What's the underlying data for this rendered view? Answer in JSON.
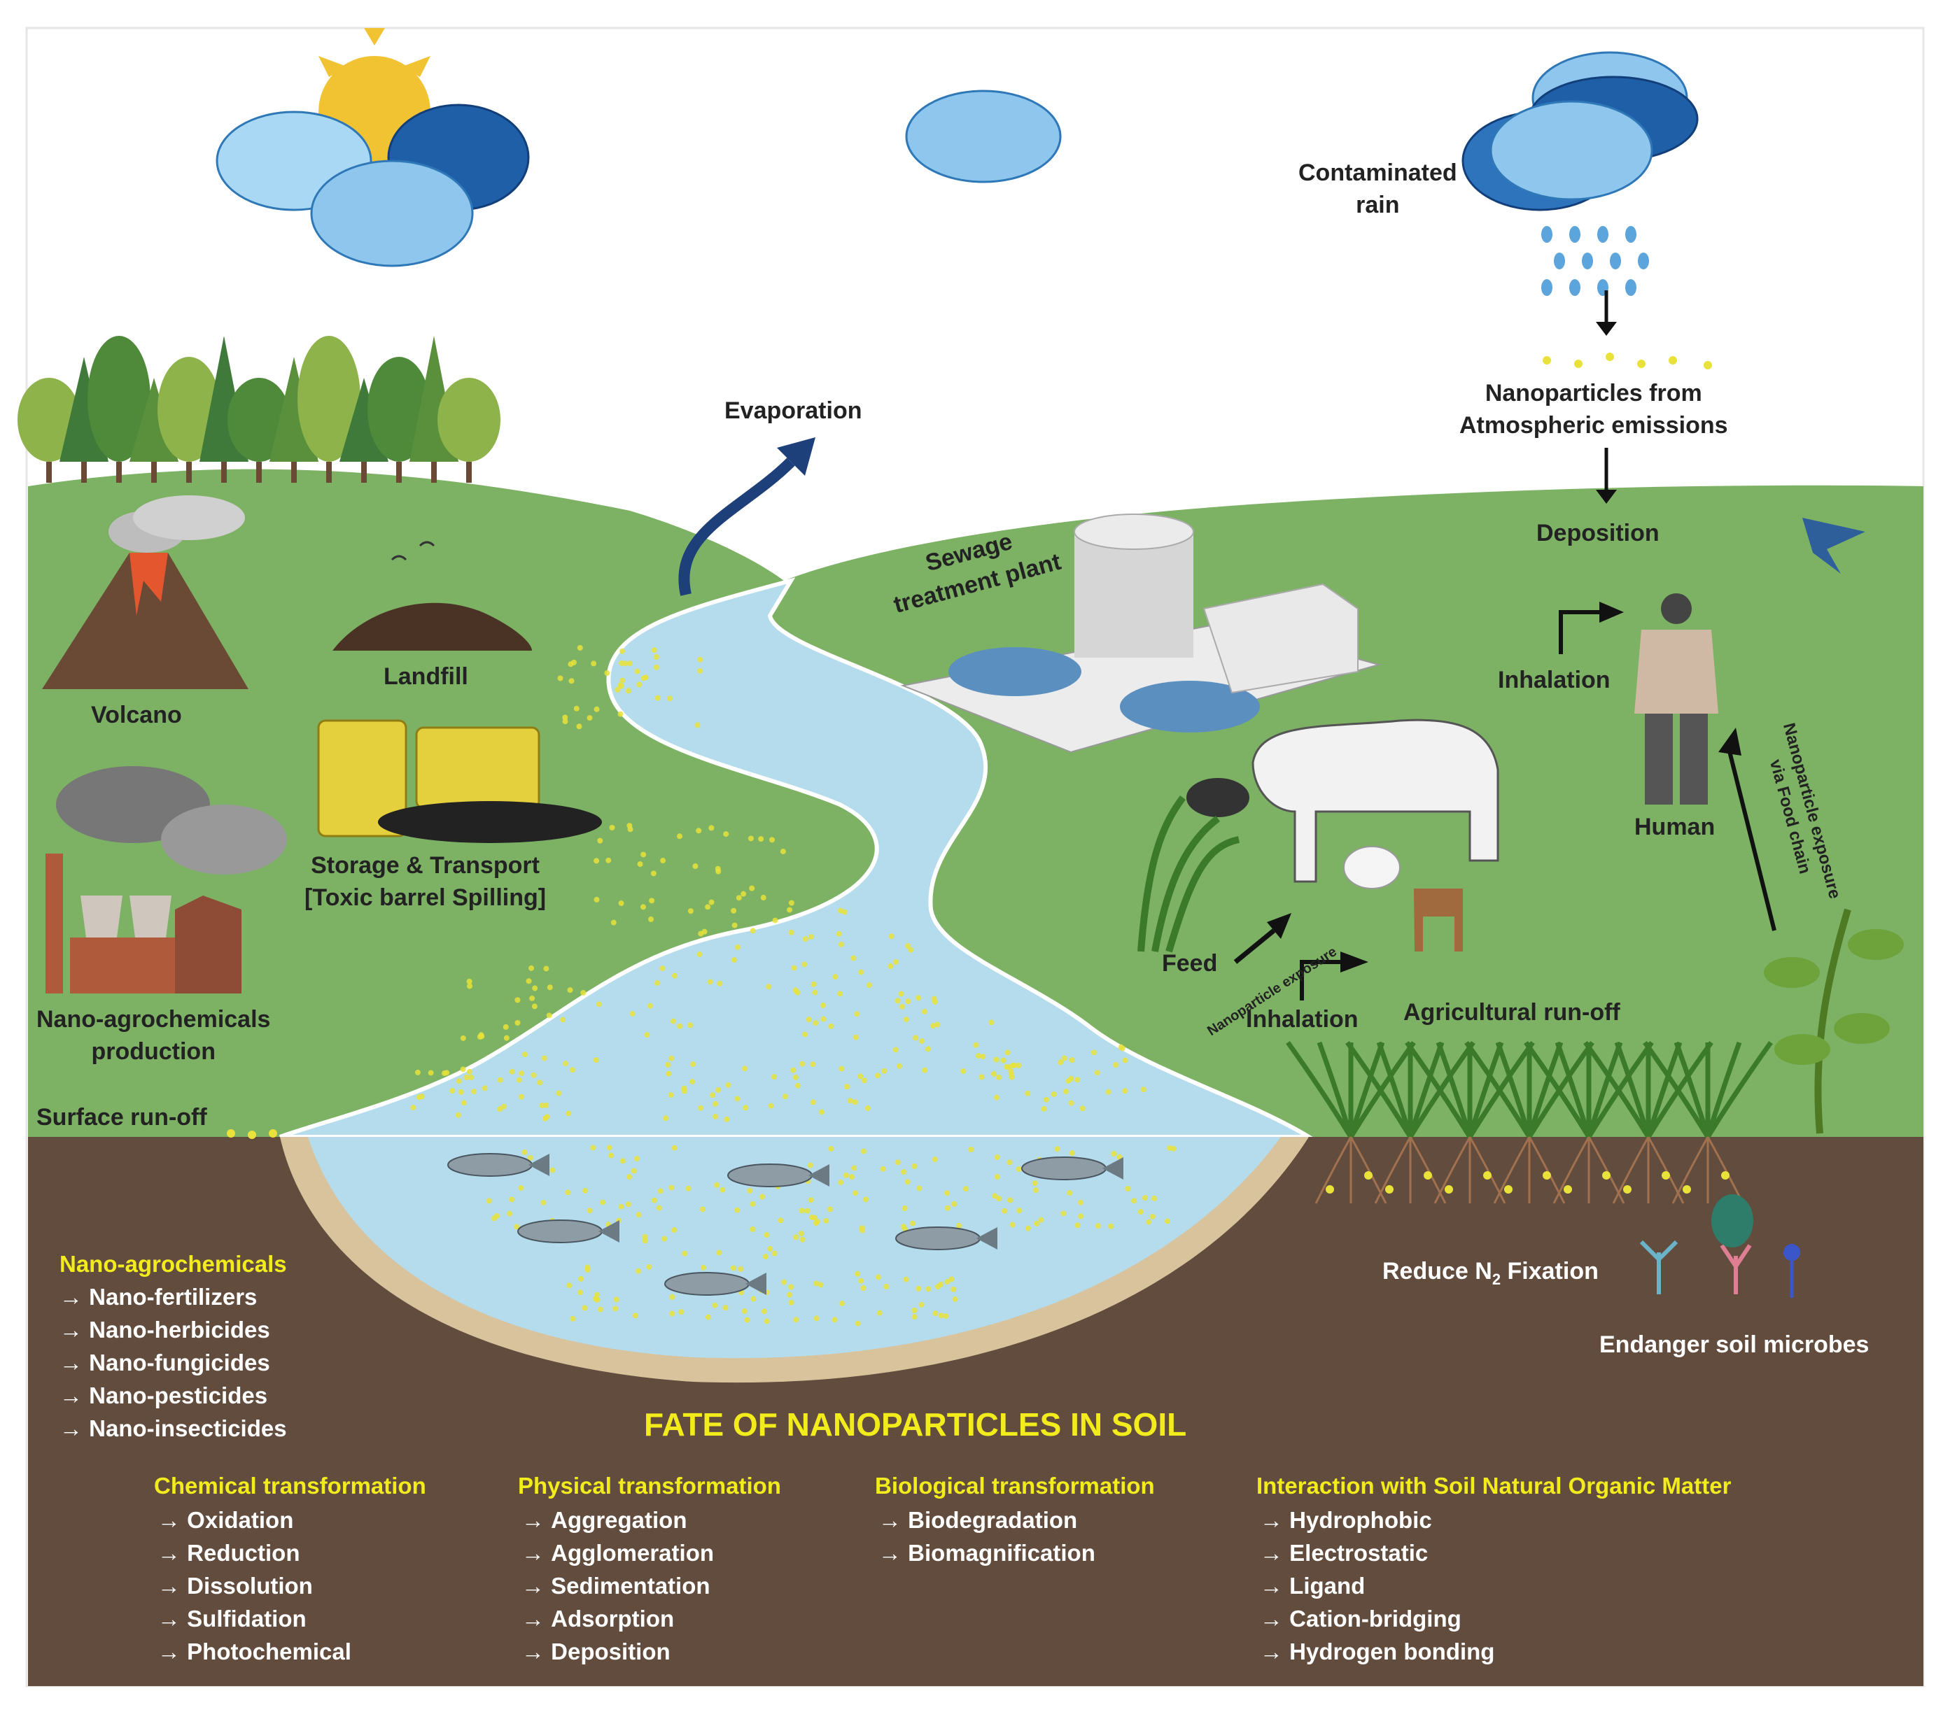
{
  "sources": {
    "volcano": "Volcano",
    "landfill": "Landfill",
    "storage_line1": "Storage & Transport",
    "storage_line2": "[Toxic barrel Spilling]",
    "production_line1": "Nano-agrochemicals",
    "production_line2": "production",
    "surface_runoff": "Surface run-off",
    "evaporation": "Evaporation",
    "sewage_line1": "Sewage",
    "sewage_line2": "treatment plant"
  },
  "atmosphere": {
    "contaminated_line1": "Contaminated",
    "contaminated_line2": "rain",
    "emissions_line1": "Nanoparticles from",
    "emissions_line2": "Atmospheric emissions",
    "deposition": "Deposition"
  },
  "exposure": {
    "inhalation_human": "Inhalation",
    "human": "Human",
    "food_chain_line1": "Nanoparticle exposure",
    "food_chain_line2": "via Food chain",
    "feed": "Feed",
    "nanoparticle_exposure": "Nanoparticle exposure",
    "inhalation_animal": "Inhalation",
    "agricultural_runoff": "Agricultural run-off"
  },
  "soil_effects": {
    "reduce_fixation_prefix": "Reduce N",
    "reduce_fixation_sub": "2",
    "reduce_fixation_suffix": " Fixation",
    "endanger_microbes": "Endanger soil microbes"
  },
  "agrochemicals": {
    "heading": "Nano-agrochemicals",
    "items": [
      "Nano-fertilizers",
      "Nano-herbicides",
      "Nano-fungicides",
      "Nano-pesticides",
      "Nano-insecticides"
    ]
  },
  "fate": {
    "title": "FATE OF NANOPARTICLES IN SOIL",
    "columns": [
      {
        "heading": "Chemical transformation",
        "items": [
          "Oxidation",
          "Reduction",
          "Dissolution",
          "Sulfidation",
          "Photochemical"
        ]
      },
      {
        "heading": "Physical transformation",
        "items": [
          "Aggregation",
          "Agglomeration",
          "Sedimentation",
          "Adsorption",
          "Deposition"
        ]
      },
      {
        "heading": "Biological transformation",
        "items": [
          "Biodegradation",
          "Biomagnification"
        ]
      },
      {
        "heading": "Interaction with Soil Natural Organic Matter",
        "items": [
          "Hydrophobic",
          "Electrostatic",
          "Ligand",
          "Cation-bridging",
          "Hydrogen bonding"
        ]
      }
    ]
  },
  "colors": {
    "grass": "#7db265",
    "soil": "#614c3e",
    "river": "#b4dced",
    "highlight_text": "#f2ec1c",
    "nanoparticle": "#e8e23a"
  }
}
